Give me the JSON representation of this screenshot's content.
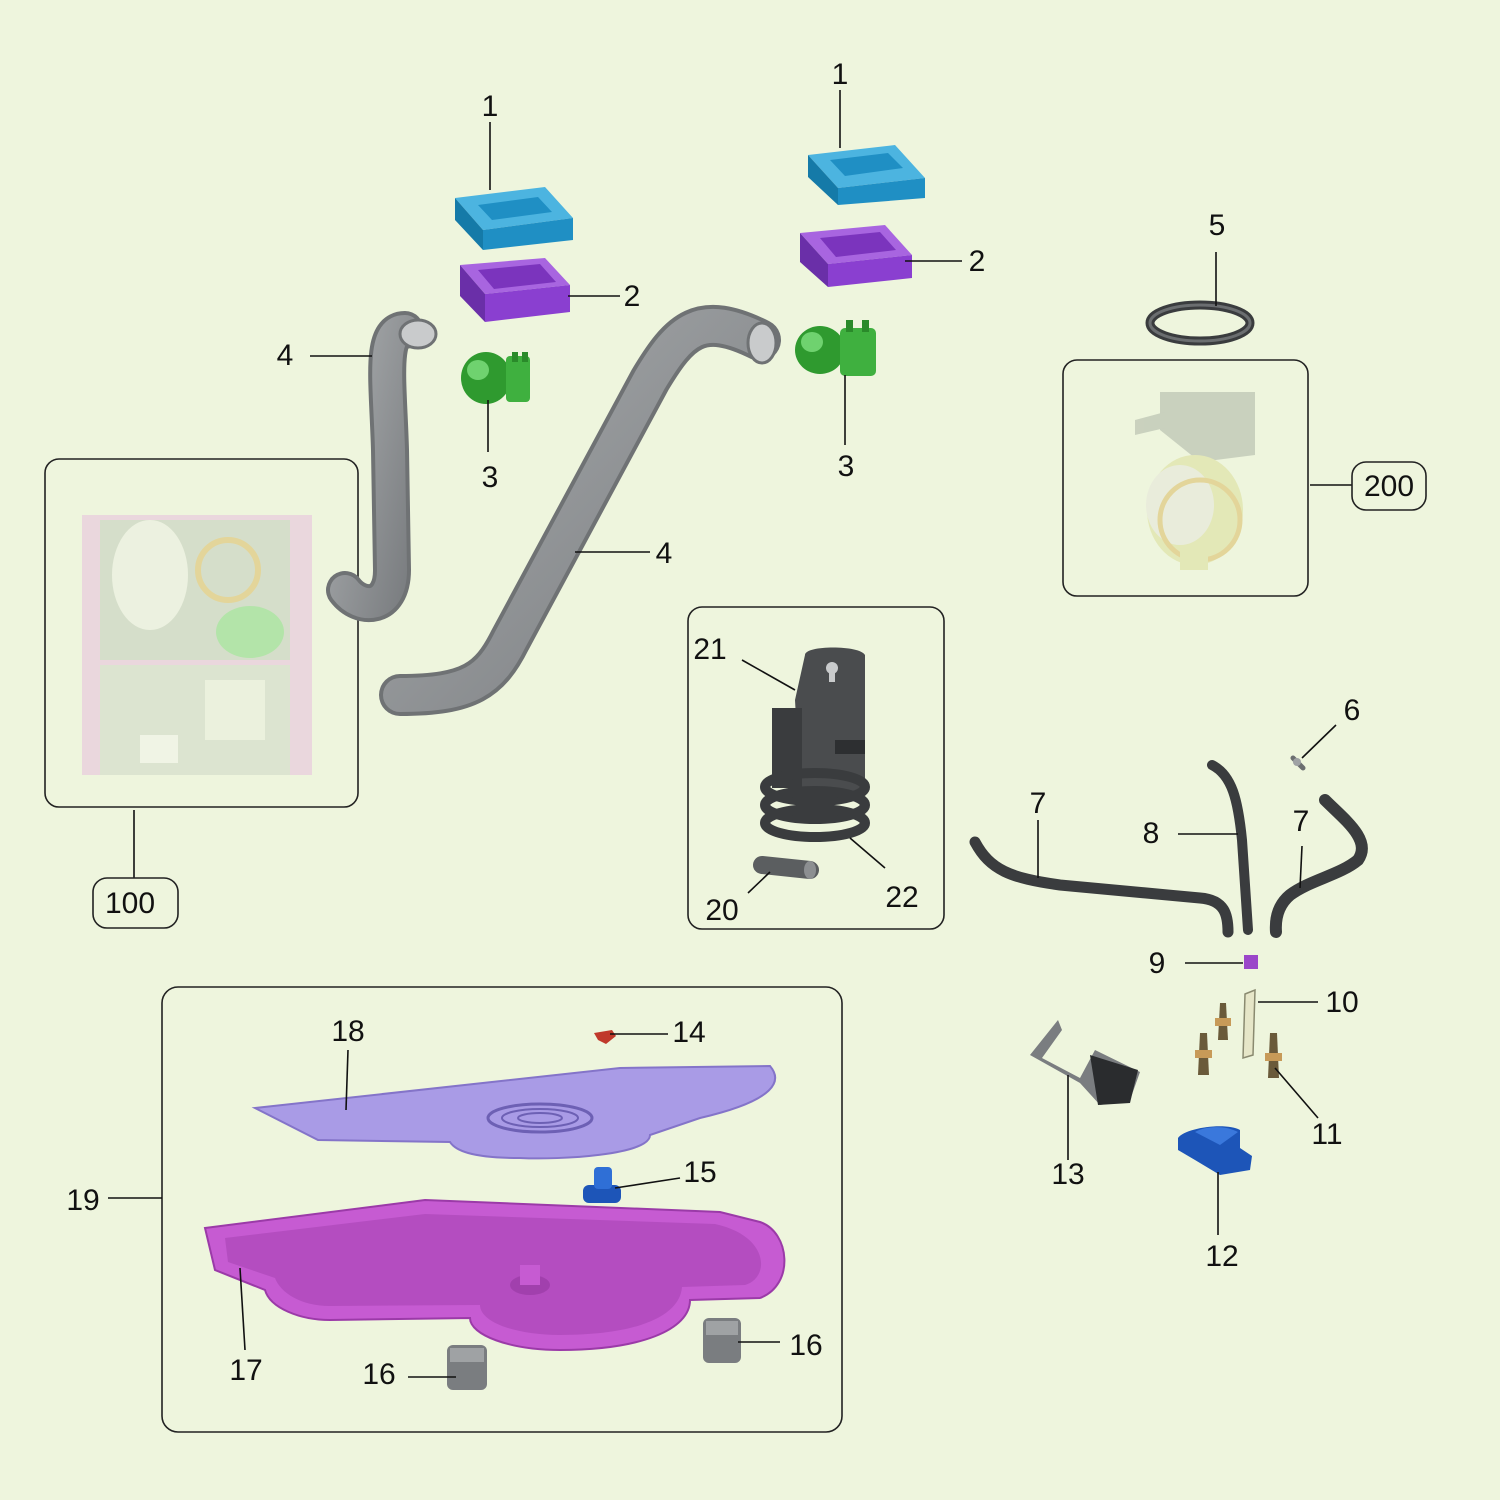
{
  "labels": {
    "p1a": "1",
    "p1b": "1",
    "p2a": "2",
    "p2b": "2",
    "p3a": "3",
    "p3b": "3",
    "p4a": "4",
    "p4b": "4",
    "p5": "5",
    "p6": "6",
    "p7a": "7",
    "p7b": "7",
    "p8": "8",
    "p9": "9",
    "p10": "10",
    "p11": "11",
    "p12": "12",
    "p13": "13",
    "p14": "14",
    "p15": "15",
    "p16a": "16",
    "p16b": "16",
    "p17": "17",
    "p18": "18",
    "p19": "19",
    "p20": "20",
    "p21": "21",
    "p22": "22",
    "a100": "100",
    "a200": "200"
  },
  "colors": {
    "background": "#eef5dd",
    "cover_blue": "#1f8fc4",
    "tray_purple": "#8a3fd0",
    "valve_green": "#2f9a2f",
    "hose_grey": "#8c8f91",
    "dark_part": "#3a3c3e",
    "drip_grid_lavender": "#a99be6",
    "drip_tray_magenta": "#c65bd2",
    "pin_blue": "#1d55b8",
    "knob_red": "#c0392b"
  },
  "icons": [
    "hose-icon",
    "valve-icon",
    "seal-ring-icon",
    "spring-icon",
    "screw-icon"
  ]
}
